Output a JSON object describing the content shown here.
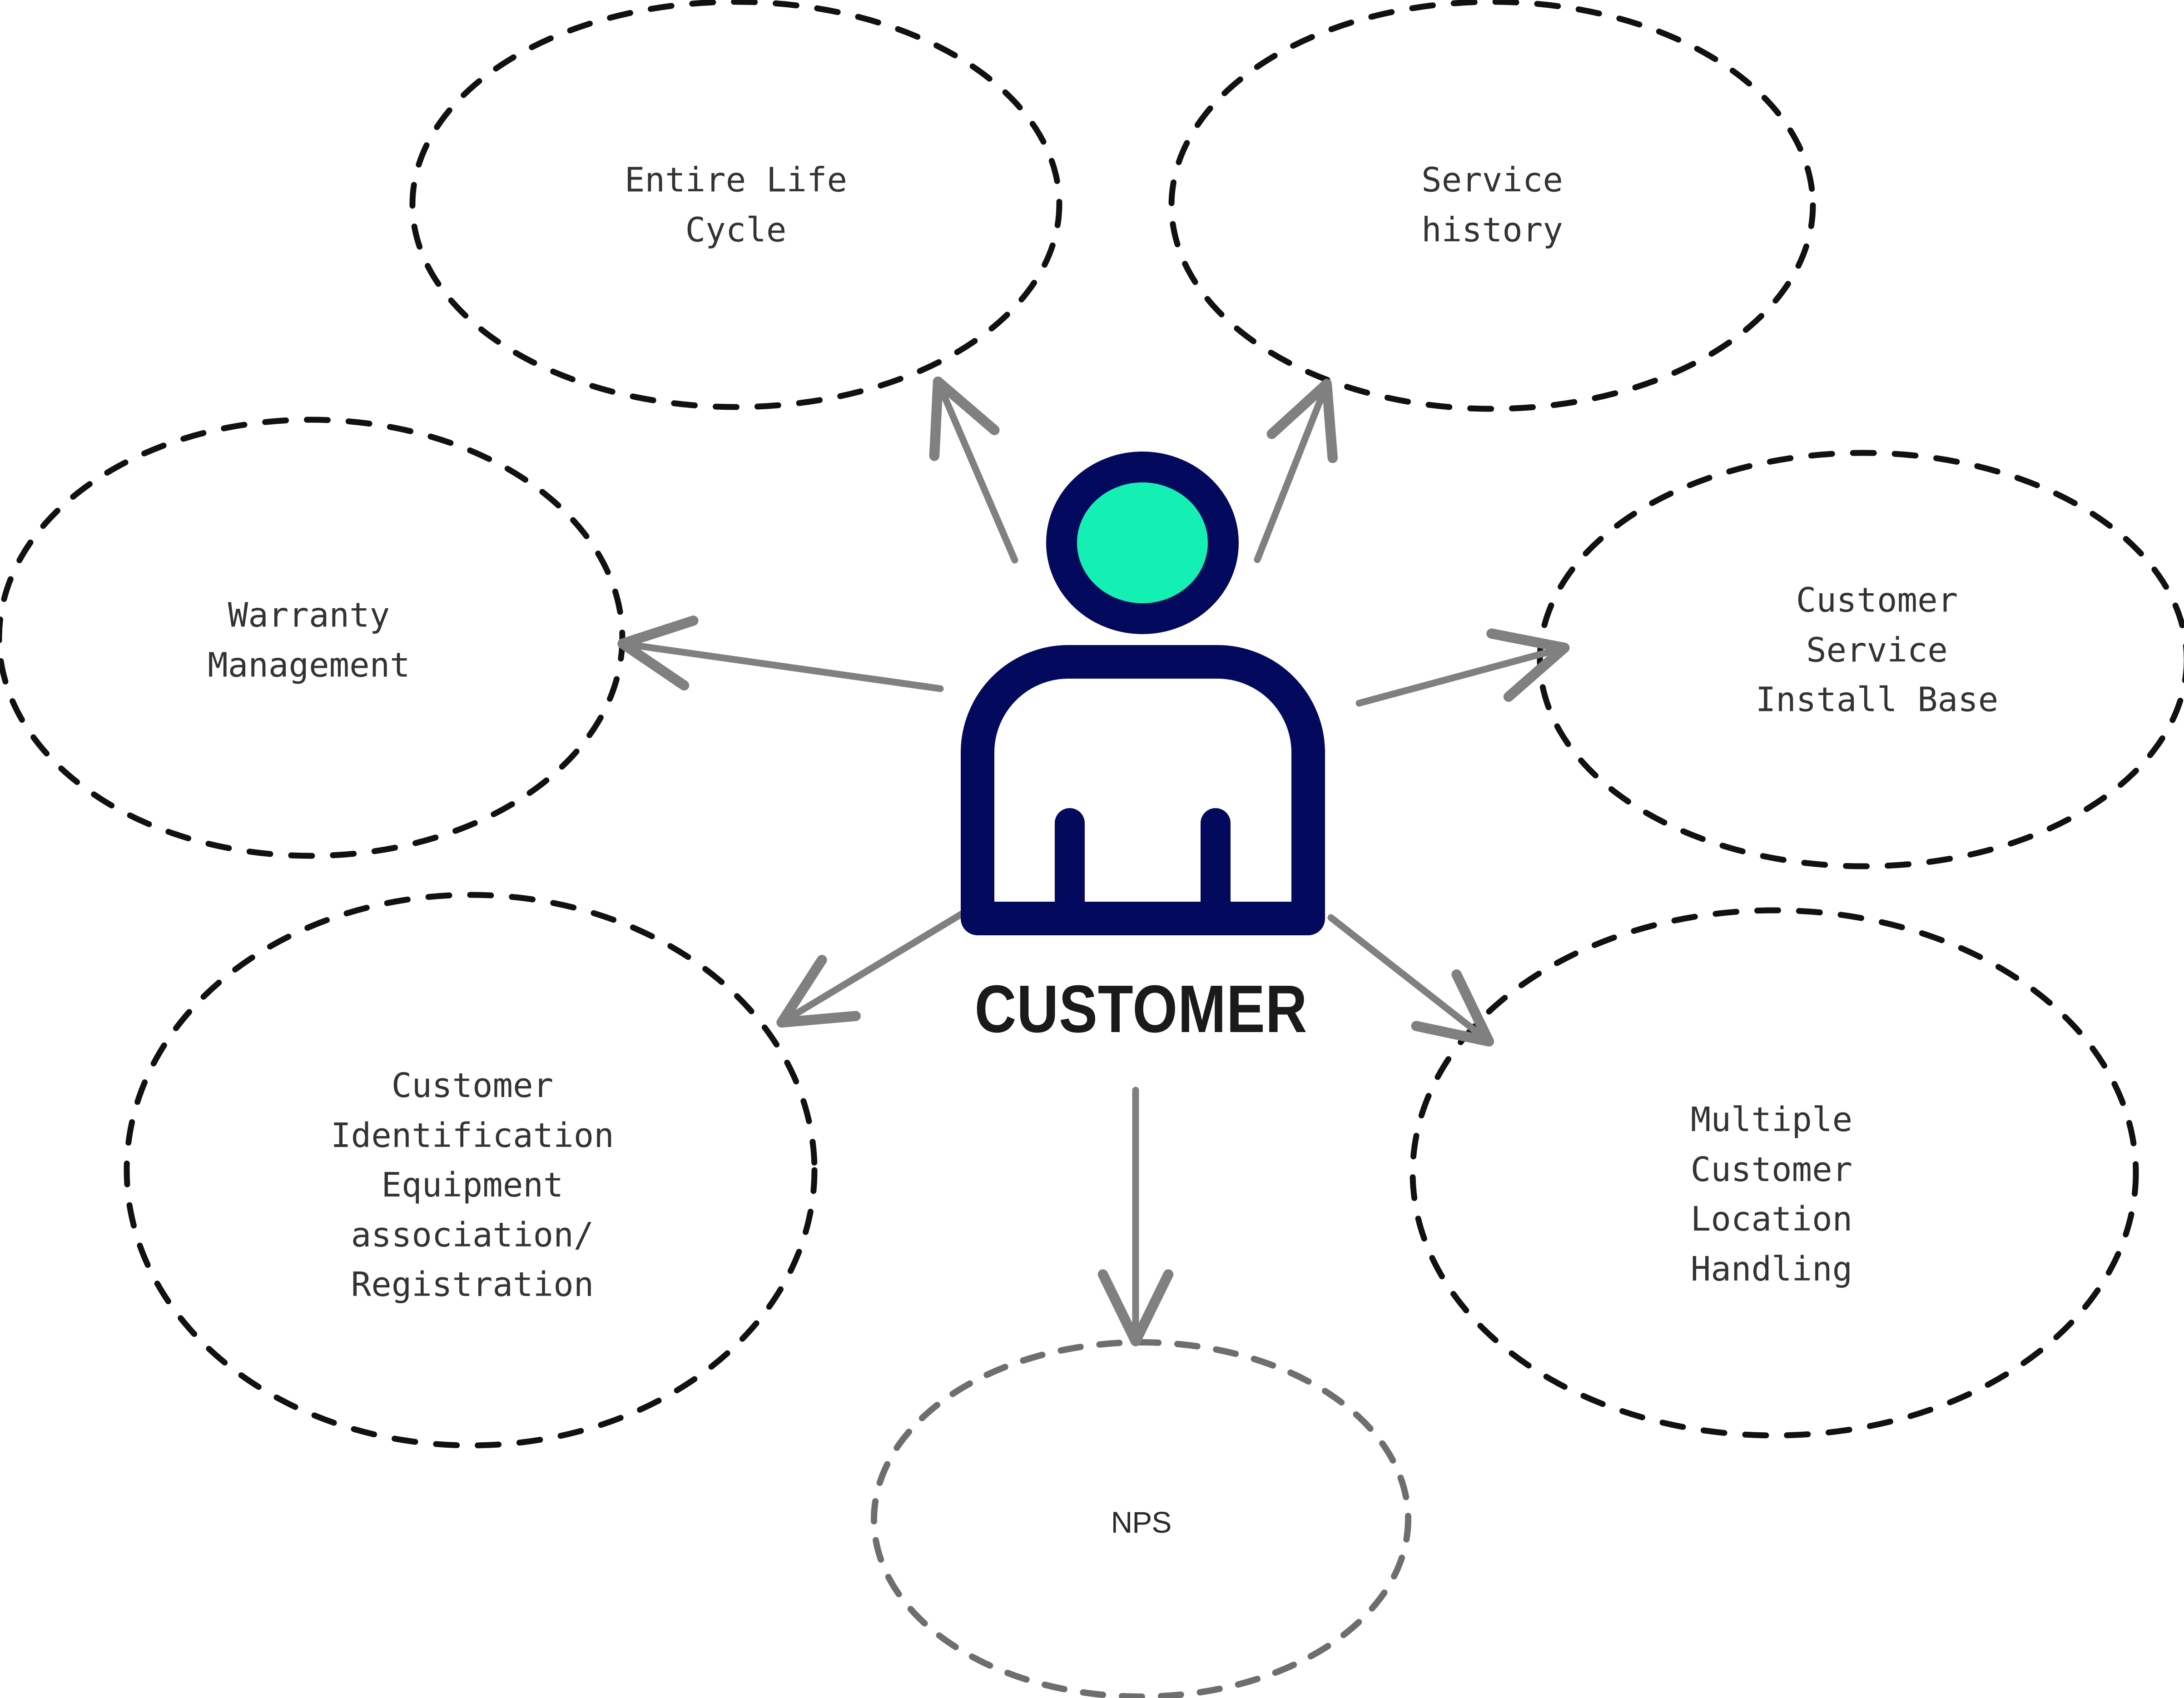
{
  "diagram": {
    "center": {
      "label": "CUSTOMER",
      "icon": "person-icon",
      "icon_outline_color": "#030A5E",
      "icon_head_fill_color": "#14F0B4"
    },
    "colors": {
      "navy": "#030A5E",
      "mint": "#14F0B4",
      "arrow_gray": "#808080",
      "node_text": "#333333",
      "dash_black": "#111111",
      "dash_gray": "#6E6E6E",
      "background": "#FFFFFF"
    },
    "nodes": [
      {
        "id": "entire-life-cycle",
        "label": "Entire Life\nCycle",
        "border_style": "dashed",
        "border_color": "#111111",
        "text_font": "mono"
      },
      {
        "id": "service-history",
        "label": "Service\nhistory",
        "border_style": "dashed",
        "border_color": "#111111",
        "text_font": "mono"
      },
      {
        "id": "warranty-management",
        "label": "Warranty\nManagement",
        "border_style": "dashed",
        "border_color": "#111111",
        "text_font": "mono"
      },
      {
        "id": "customer-service-install-base",
        "label": "Customer\nService\nInstall Base",
        "border_style": "dashed",
        "border_color": "#111111",
        "text_font": "mono"
      },
      {
        "id": "customer-identification",
        "label": "Customer\nIdentification\nEquipment\nassociation/\nRegistration",
        "border_style": "dashed",
        "border_color": "#111111",
        "text_font": "mono"
      },
      {
        "id": "multiple-customer-location-handling",
        "label": "Multiple\nCustomer\nLocation\nHandling",
        "border_style": "dashed",
        "border_color": "#111111",
        "text_font": "mono"
      },
      {
        "id": "nps",
        "label": "NPS",
        "border_style": "dashed",
        "border_color": "#6E6E6E",
        "text_font": "sans"
      }
    ],
    "connectors": [
      {
        "from": "customer",
        "to": "entire-life-cycle",
        "style": "arrow"
      },
      {
        "from": "customer",
        "to": "service-history",
        "style": "arrow"
      },
      {
        "from": "customer",
        "to": "warranty-management",
        "style": "arrow"
      },
      {
        "from": "customer",
        "to": "customer-service-install-base",
        "style": "arrow"
      },
      {
        "from": "customer",
        "to": "customer-identification",
        "style": "arrow"
      },
      {
        "from": "customer",
        "to": "multiple-customer-location-handling",
        "style": "arrow"
      },
      {
        "from": "customer",
        "to": "nps",
        "style": "arrow"
      }
    ]
  }
}
